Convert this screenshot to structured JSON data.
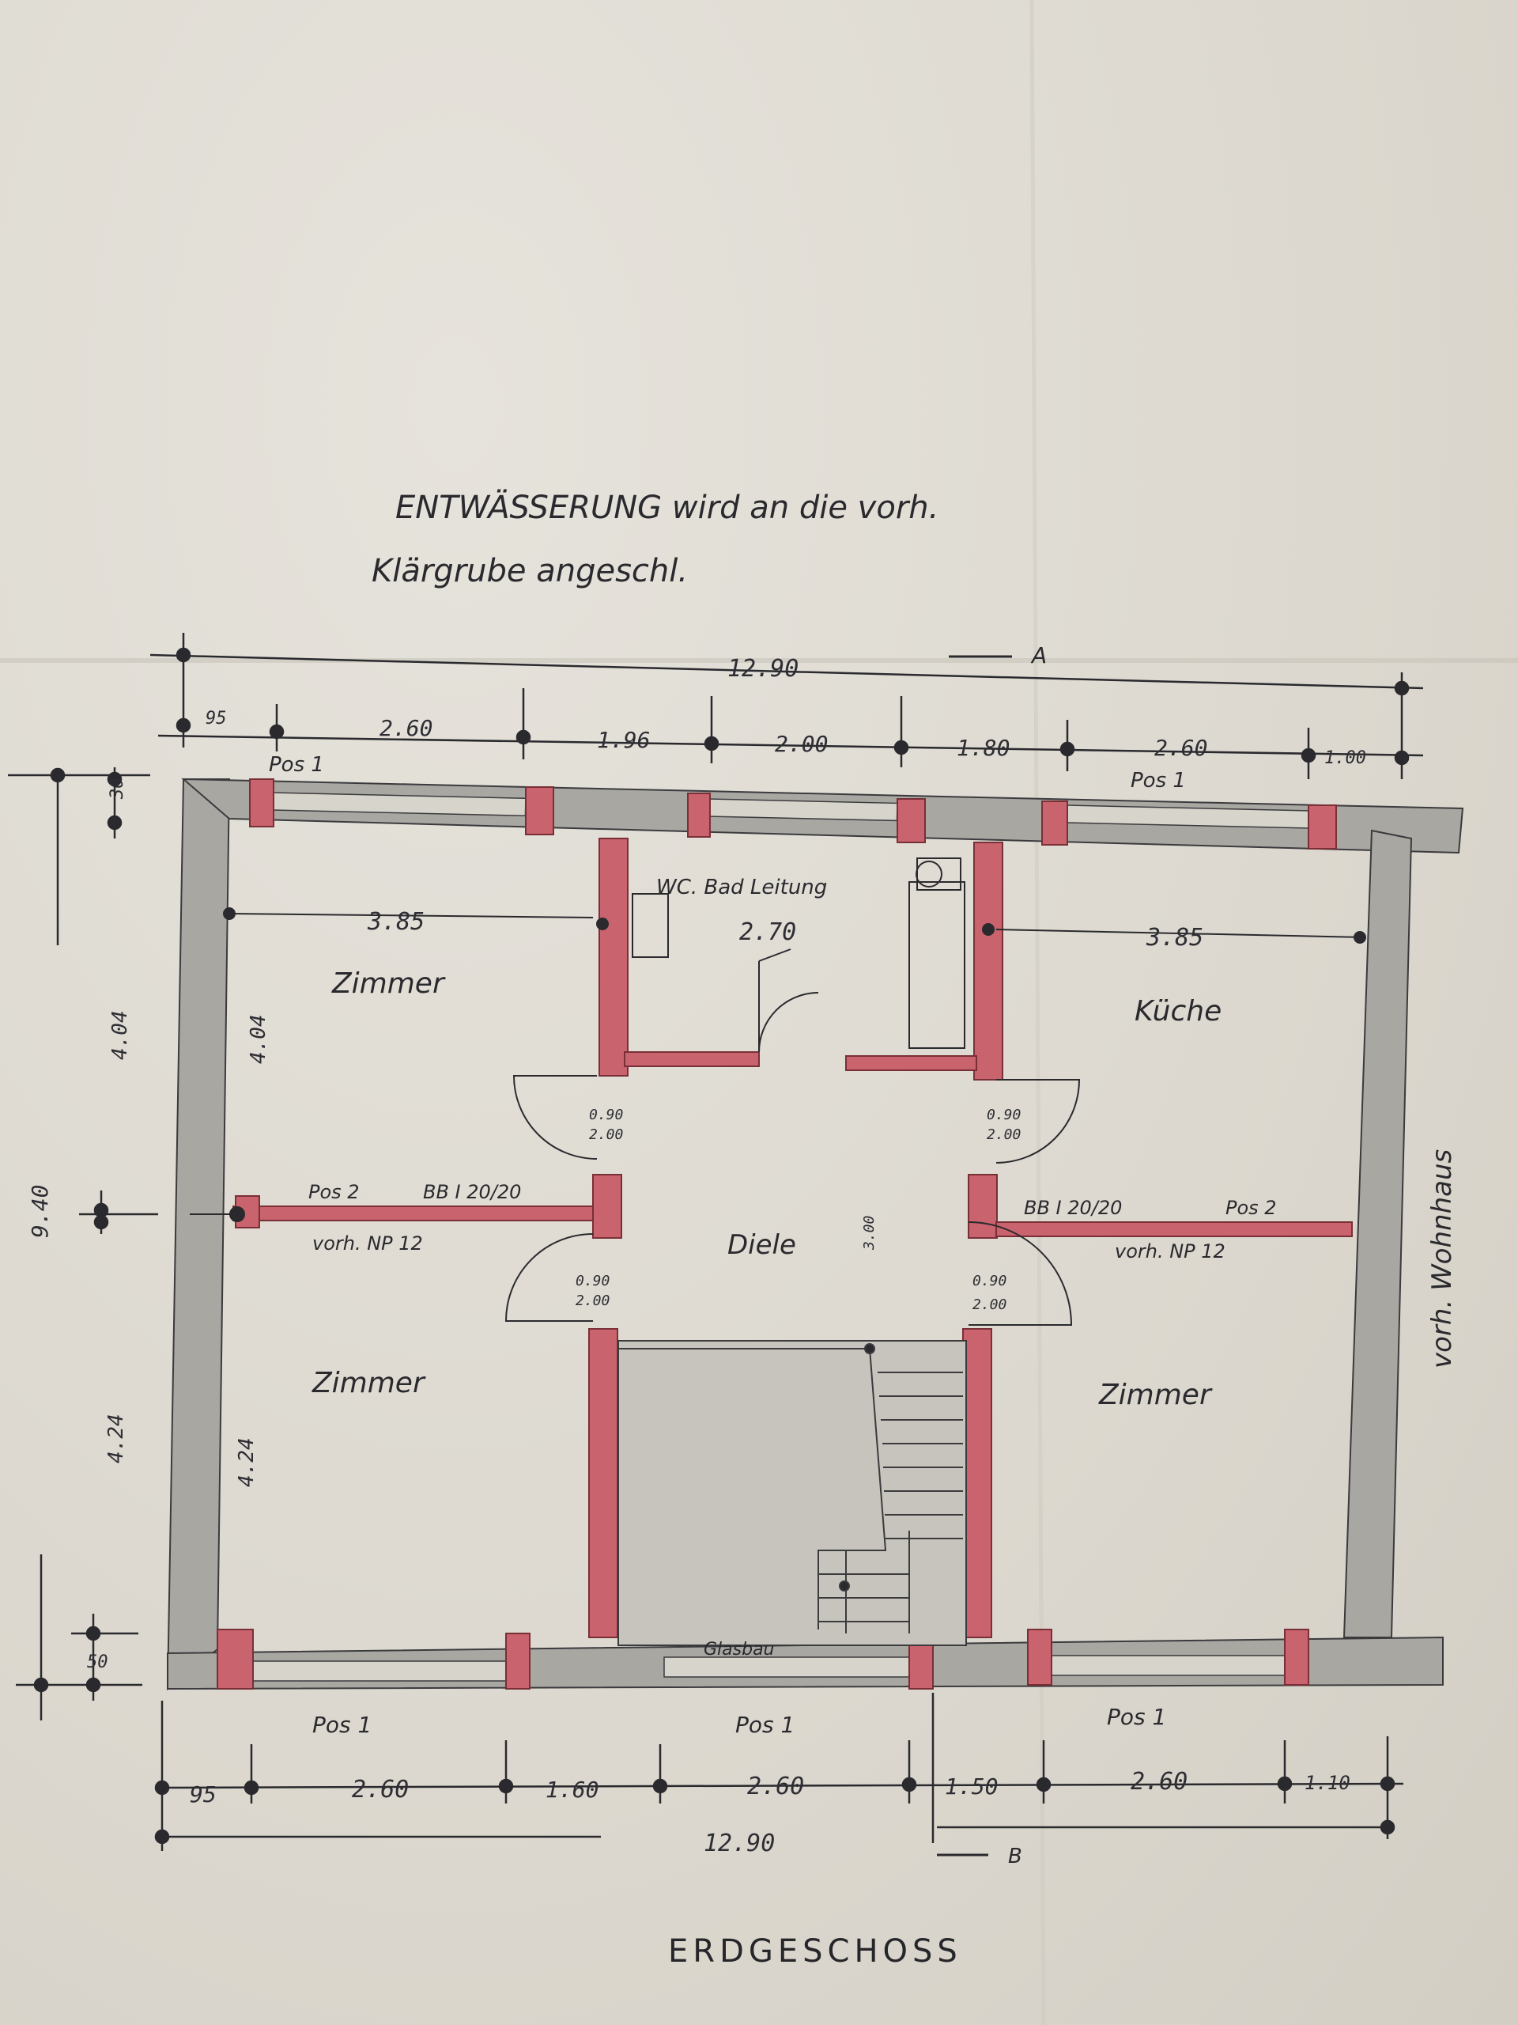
{
  "note": {
    "line1": "ENTWÄSSERUNG wird an die vorh.",
    "line2": "Klärgrube angeschl."
  },
  "title": "ERDGESCHOSS",
  "section_markers": {
    "top": "A",
    "bottom": "B"
  },
  "side_label": "vorh. Wohnhaus",
  "rooms": {
    "room_top_left": "Zimmer",
    "bath": "WC. Bad Leitung",
    "kitchen": "Küche",
    "hall": "Diele",
    "room_bottom_left": "Zimmer",
    "room_bottom_right": "Zimmer"
  },
  "room_dims": {
    "top_left_width": "3.85",
    "top_left_depth": "4.04",
    "bath_width": "2.70",
    "kitchen_width": "3.85",
    "bottom_left_depth": "4.24"
  },
  "dimensions": {
    "top_total": "12.90",
    "top_segments": [
      "95",
      "2.60",
      "1.96",
      "2.00",
      "1.80",
      "2.60",
      "1.00"
    ],
    "bottom_total": "12.90",
    "bottom_segments": [
      "95",
      "2.60",
      "1.60",
      "2.60",
      "1.50",
      "2.60",
      "1.10"
    ],
    "left_total": "9.40",
    "left_segments": [
      "30",
      "4.04",
      "4.24",
      "50"
    ]
  },
  "window_labels": {
    "top_left": "Pos 1",
    "top_right": "Pos 1",
    "bottom_left": "Pos 1",
    "bottom_mid": "Pos 1",
    "bottom_right": "Pos 1"
  },
  "beam_labels": {
    "left_pos": "Pos 2",
    "left_size": "BB I 20/20",
    "left_note": "vorh. NP 12",
    "right_size": "BB I 20/20",
    "right_pos": "Pos 2",
    "right_note": "vorh. NP 12"
  },
  "door_labels": {
    "d1a": "0.90",
    "d1b": "2.00",
    "d2a": "0.90",
    "d2b": "2.00",
    "d3a": "0.90",
    "d3b": "2.00",
    "d4a": "0.90",
    "d4b": "2.00",
    "hall_height": "3.00"
  },
  "stair_note": "Glasbau",
  "colors": {
    "wall_grey": "#a9a7a2",
    "wall_red": "#c9636d",
    "ink": "#2a2a2e",
    "paper": "#dedbd3"
  }
}
